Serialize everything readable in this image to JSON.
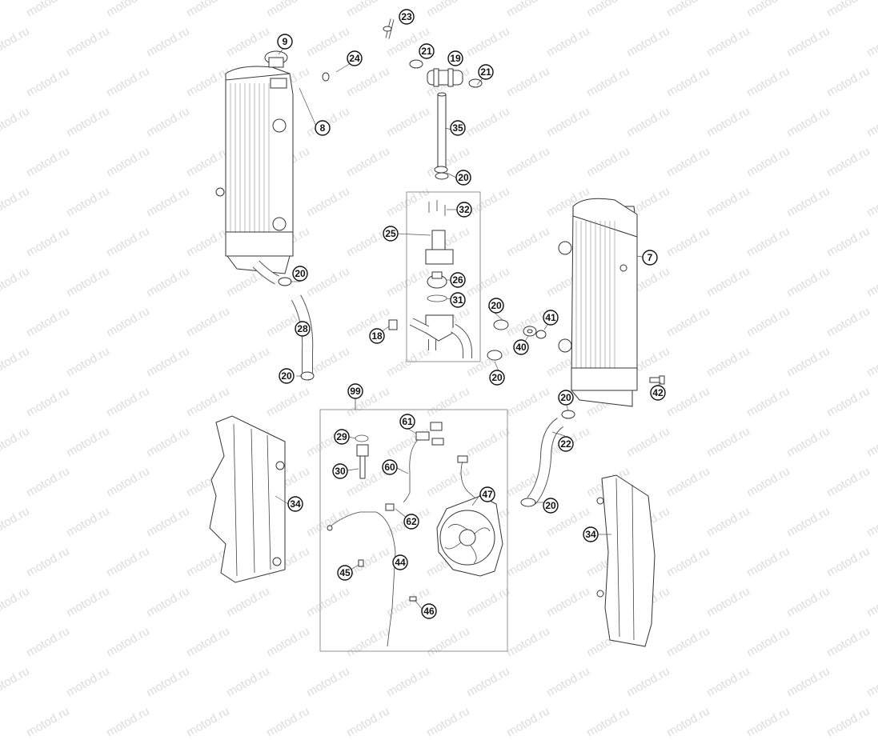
{
  "watermark": {
    "text": "motod.ru",
    "color": "#dcdcdc"
  },
  "callouts": {
    "c9": "9",
    "c8": "8",
    "c24": "24",
    "c23": "23",
    "c21a": "21",
    "c19": "19",
    "c21b": "21",
    "c35": "35",
    "c20a": "20",
    "c32": "32",
    "c25": "25",
    "c7": "7",
    "c26": "26",
    "c31": "31",
    "c20b": "20",
    "c41": "41",
    "c40": "40",
    "c18": "18",
    "c20c": "20",
    "c20d": "20",
    "c28": "28",
    "c20e": "20",
    "c42": "42",
    "c20f": "20",
    "c22": "22",
    "c99": "99",
    "c61": "61",
    "c29": "29",
    "c30": "30",
    "c60": "60",
    "c47": "47",
    "c34a": "34",
    "c20g": "20",
    "c62": "62",
    "c34b": "34",
    "c44": "44",
    "c45": "45",
    "c46": "46"
  }
}
